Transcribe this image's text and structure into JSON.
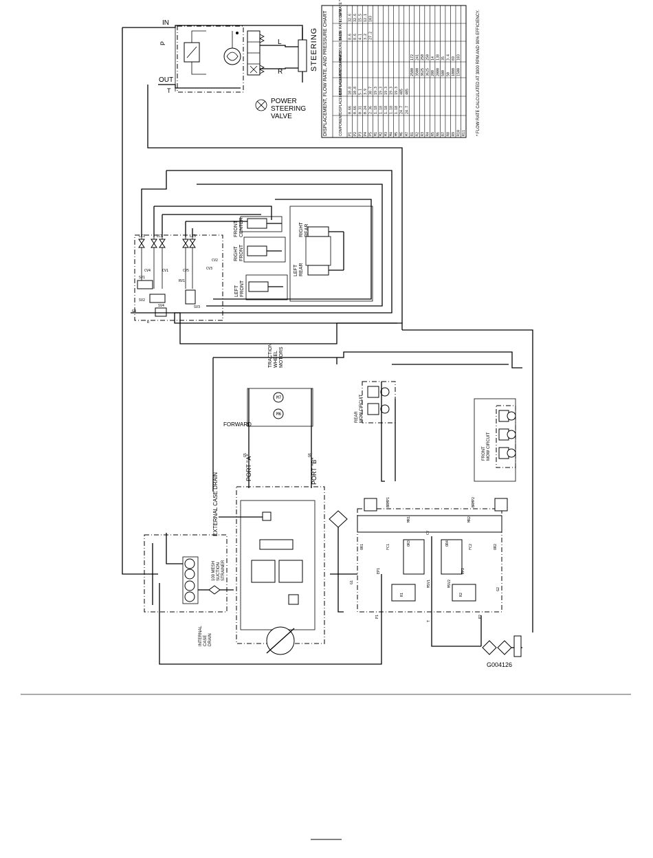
{
  "figure_id": "G004126",
  "steering": {
    "in_label": "IN",
    "out_label": "OUT",
    "p_label": "P",
    "t_label": "T",
    "l_label": "L",
    "r_label": "R",
    "cylinder_label": "STEERING",
    "valve_label_1": "POWER",
    "valve_label_2": "STEERING",
    "valve_label_3": "VALVE"
  },
  "lift": {
    "right_rear_1": "RIGHT",
    "right_rear_2": "REAR",
    "left_rear_1": "LEFT",
    "left_rear_2": "REAR",
    "front_center_1": "FRONT",
    "front_center_2": "CENTER",
    "right_front_1": "RIGHT",
    "right_front_2": "FRONT",
    "left_front_1": "LEFT",
    "left_front_2": "FRONT",
    "valve_tags": [
      "SV1",
      "SV2",
      "CV4",
      "CV1",
      "CV5",
      "CV3",
      "CV2",
      "RV1",
      "SV3",
      "SV4",
      "LC1",
      "LC2",
      "LC3",
      "G4",
      "R"
    ]
  },
  "traction": {
    "motors_1": "TRACTION",
    "motors_2": "WHEEL",
    "motors_3": "MOTORS",
    "forward": "FORWARD",
    "port_a": "PORT \"A\"",
    "port_b": "PORT \"B\"",
    "external_drain": "EXTERNAL CASE DRAIN",
    "strainer_1": "100 MESH",
    "strainer_2": "SUCTION",
    "strainer_3": "STRAINER",
    "internal_drain_1": "INTERNAL",
    "internal_drain_2": "CASE",
    "internal_drain_3": "DRAIN",
    "g_tags": [
      "G5",
      "G6",
      "G1",
      "G2"
    ]
  },
  "mow": {
    "rear_circuit_1": "REAR",
    "rear_circuit_2": "MOW CIRCUIT",
    "front_circuit_1": "FRONT",
    "front_circuit_2": "MOW CIRCUIT",
    "tags": [
      "MR1",
      "MR2",
      "BRMP1",
      "BRMP2",
      "FC1",
      "FC2",
      "EP1",
      "EP2",
      "MSV1",
      "MSV2",
      "OR1",
      "OR2",
      "OR3",
      "OR4",
      "CV",
      "R1",
      "R2",
      "P1",
      "P2",
      "T",
      "G1",
      "G2"
    ]
  },
  "chart": {
    "title": "DISPLACEMENT, FLOW RATE, AND PRESSURE CHART",
    "headers": [
      "COMPONENT",
      "DISPLACEMENT in³/rev",
      "DISPLACEMENT cm³/rev",
      "PRESSURE PSI",
      "PRESSURE BARS",
      "FLOW RATE * GPM",
      "FLOW RATE * LPM"
    ],
    "rows": [
      [
        "P1",
        "0.66",
        "10.8",
        "",
        "",
        "8.6",
        "32.6"
      ],
      [
        "P2",
        "0.66",
        "10.8",
        "",
        "",
        "8.6",
        "32.6"
      ],
      [
        "P3",
        "0.31",
        "5.1",
        "",
        "",
        "4.1",
        "15.5"
      ],
      [
        "P4",
        "0.24",
        "3.9",
        "",
        "",
        "3.2",
        "12.1"
      ],
      [
        "P5",
        "2.36",
        "38.7",
        "",
        "",
        "27.2",
        "103"
      ],
      [
        "M1",
        "1.18",
        "19.3",
        "",
        "",
        "",
        ""
      ],
      [
        "M2",
        "1.18",
        "19.3",
        "",
        "",
        "",
        ""
      ],
      [
        "M3",
        "1.18",
        "19.3",
        "",
        "",
        "",
        ""
      ],
      [
        "M4",
        "1.18",
        "19.3",
        "",
        "",
        "",
        ""
      ],
      [
        "M5",
        "1.18",
        "19.3",
        "",
        "",
        "",
        ""
      ],
      [
        "M6",
        "24.7",
        "405",
        "",
        "",
        "",
        ""
      ],
      [
        "M7",
        "24.7",
        "405",
        "",
        "",
        "",
        ""
      ],
      [
        "R1",
        "",
        "",
        "2500",
        "172",
        "",
        ""
      ],
      [
        "R2",
        "",
        "",
        "3500",
        "241",
        "",
        ""
      ],
      [
        "R3",
        "",
        "",
        "3625",
        "250",
        "",
        ""
      ],
      [
        "R4",
        "",
        "",
        "3625",
        "250",
        "",
        ""
      ],
      [
        "R5",
        "",
        "",
        "200",
        "14",
        "",
        ""
      ],
      [
        "R6",
        "",
        "",
        "2000",
        "138",
        "",
        ""
      ],
      [
        "R7",
        "",
        "",
        "500",
        "35",
        "",
        ""
      ],
      [
        "R8",
        "",
        "",
        "50",
        "3.4",
        "",
        ""
      ],
      [
        "R9",
        "",
        "",
        "1000",
        "69",
        "",
        ""
      ],
      [
        "R10",
        "",
        "",
        "1500",
        "103",
        "",
        ""
      ],
      [
        "R11",
        "",
        "",
        "",
        "",
        "",
        ""
      ]
    ],
    "footnote": "* FLOW RATE CALCULATED AT 3000 RPM AND 90% EFFICIENCY."
  }
}
